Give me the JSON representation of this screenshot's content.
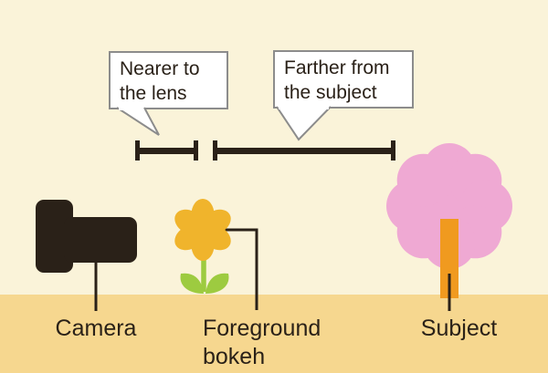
{
  "bubbles": [
    {
      "name": "nearer",
      "line1": "Nearer to",
      "line2": "the lens"
    },
    {
      "name": "farther",
      "line1": "Farther from",
      "line2": "the subject"
    }
  ],
  "labels": {
    "camera": "Camera",
    "foreground_line1": "Foreground",
    "foreground_line2": "bokeh",
    "subject": "Subject"
  },
  "icons": {
    "camera": "camera-silhouette-icon",
    "flower": "flower-icon",
    "tree": "tree-icon",
    "brackets": "distance-bracket-icons"
  },
  "colors": {
    "background": "#faf3d9",
    "ground": "#f6d78f",
    "ink": "#2a2118",
    "bubble_fill": "#ffffff",
    "bubble_border": "#8c8c8c",
    "flower_yellow": "#f0b42c",
    "leaf_green": "#9dcb40",
    "tree_pink": "#efa9d3",
    "trunk_orange": "#f09a1f"
  }
}
